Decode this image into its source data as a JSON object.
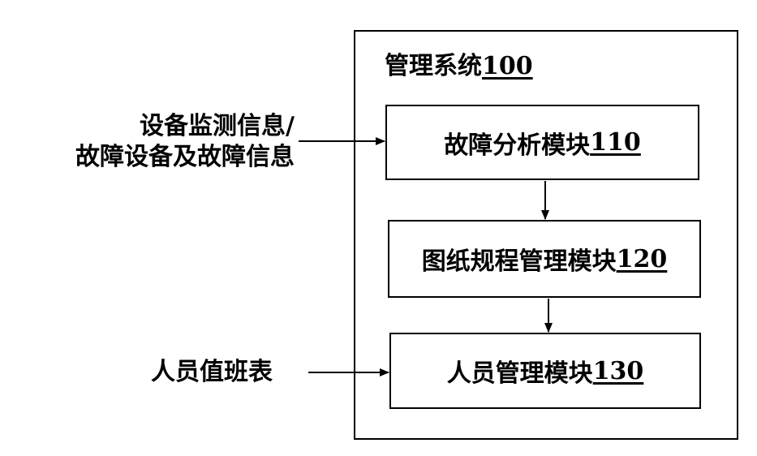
{
  "system": {
    "title": "管理系统",
    "number": "100"
  },
  "modules": [
    {
      "name": "故障分析模块",
      "number": "110"
    },
    {
      "name": "图纸规程管理模块",
      "number": "120"
    },
    {
      "name": "人员管理模块",
      "number": "130"
    }
  ],
  "inputs": {
    "device_info_line1": "设备监测信息/",
    "device_info_line2": "故障设备及故障信息",
    "duty_roster": "人员值班表"
  }
}
